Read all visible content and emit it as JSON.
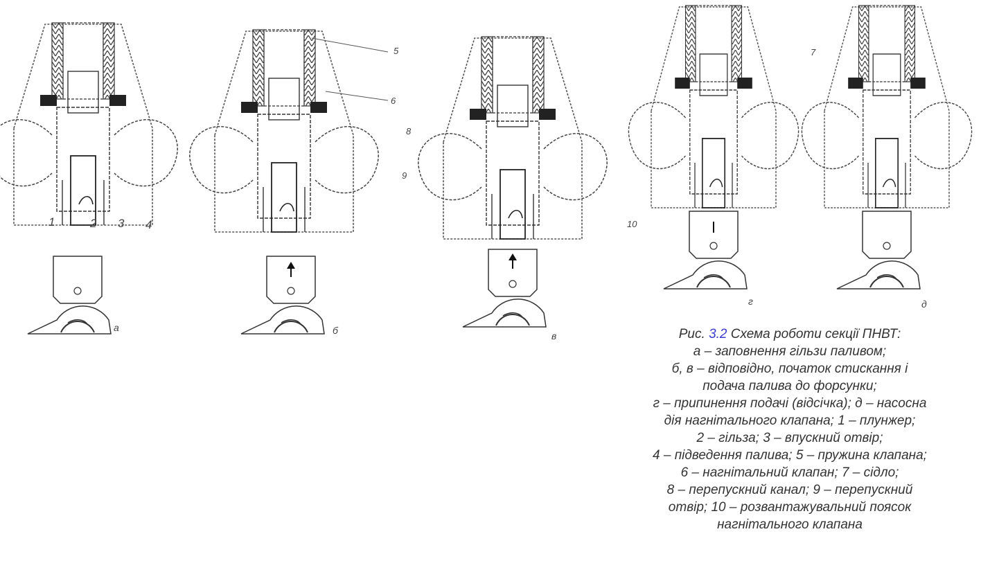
{
  "figure": {
    "part_numbers": [
      "1",
      "2",
      "3",
      "4"
    ],
    "side_labels": [
      "5",
      "6",
      "7",
      "8",
      "9",
      "10"
    ],
    "panel_letters": [
      "а",
      "б",
      "в",
      "г",
      "д"
    ]
  },
  "caption": {
    "prefix": "Рис.",
    "number": "3.2",
    "lines": [
      "Схема роботи секції ПНВТ:",
      "а – заповнення гільзи паливом;",
      "б, в – відповідно, початок стискання і",
      "подача палива до форсунки;",
      "г – припинення подачі (відсічка); д – насосна",
      "дія нагнітального клапана; 1 – плунжер;",
      "2 – гільза; 3 – впускний отвір;",
      "4 – підведення палива; 5 – пружина клапана;",
      "6 – нагнітальний клапан; 7 – сідло;",
      "8 – перепускний канал; 9 – перепускний",
      "отвір; 10 – розвантажувальний поясок",
      "нагнітального клапана"
    ]
  },
  "colors": {
    "ink": "#2b2b2b",
    "caption_accent": "#3b3bd0"
  }
}
